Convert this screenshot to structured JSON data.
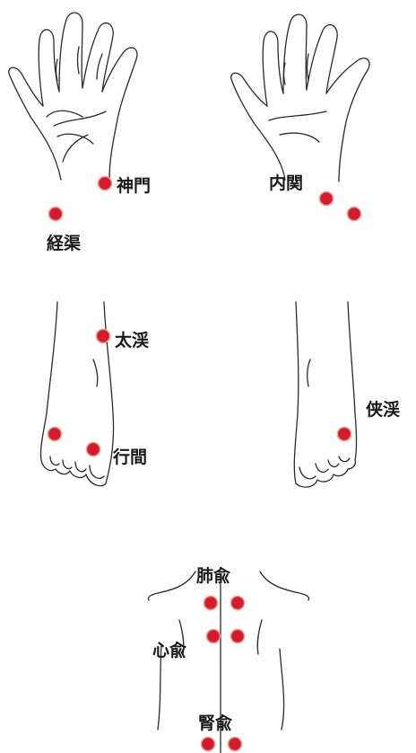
{
  "colors": {
    "point": "#d6192c",
    "point_rim": "#e8a08a",
    "line": "#2b2b2b",
    "text": "#1a1a1a"
  },
  "labels": {
    "shinmon": "神門",
    "keikyo": "経渠",
    "naikan": "内関",
    "taikei": "太渓",
    "koukan": "行間",
    "kyoukei": "侠渓",
    "haiyu": "肺兪",
    "shinyu": "心兪",
    "jinyu": "腎兪"
  }
}
